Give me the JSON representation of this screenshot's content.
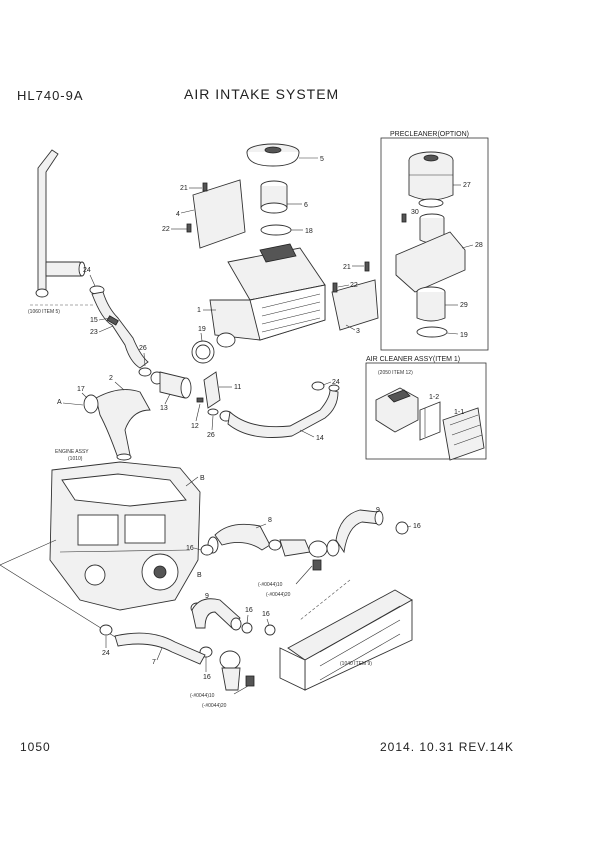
{
  "header": {
    "model": "HL740-9A",
    "title": "AIR INTAKE SYSTEM"
  },
  "footer": {
    "page_number": "1050",
    "revision": "2014. 10.31  REV.14K"
  },
  "boxes": {
    "precleaner": {
      "title": "PRECLEANER(OPTION)"
    },
    "air_cleaner": {
      "title": "AIR CLEANER ASSY(ITEM 1)",
      "ref": "(2050 ITEM 12)"
    }
  },
  "refs": {
    "exhaust": "(1060 ITEM 5)",
    "engine_title": "ENGINE ASSY",
    "engine_ref": "(1010)",
    "intercooler": "(1040 ITEM 9)"
  },
  "variant_labels": {
    "a10": "(-#0044)10",
    "a20": "(-#0044)20",
    "b10": "(-#0044)10",
    "b20": "(-#0044)20"
  },
  "callouts": {
    "c5": "5",
    "c21a": "21",
    "c6": "6",
    "c4": "4",
    "c22a": "22",
    "c18": "18",
    "c21b": "21",
    "c22b": "22",
    "c3": "3",
    "c1": "1",
    "c19a": "19",
    "c24a": "24",
    "c15": "15",
    "c23": "23",
    "c26a": "26",
    "c2": "2",
    "c17": "17",
    "cA": "A",
    "c13": "13",
    "c11": "11",
    "c12": "12",
    "c26b": "26",
    "c24b": "24",
    "c14": "14",
    "c27": "27",
    "c30": "30",
    "c28": "28",
    "c29": "29",
    "c19b": "19",
    "c1_2": "1-2",
    "c1_1": "1-1",
    "cB1": "B",
    "cB2": "B",
    "c8": "8",
    "c9a": "9",
    "c16a": "16",
    "c16b": "16",
    "c9b": "9",
    "c16c": "16",
    "c16d": "16",
    "c16e": "16",
    "c7": "7",
    "c24c": "24"
  },
  "icons": {
    "drawing": "exploded-parts-diagram",
    "air_cleaner": "air-cleaner-housing-icon",
    "engine": "engine-block-icon",
    "intercooler": "intercooler-icon"
  }
}
